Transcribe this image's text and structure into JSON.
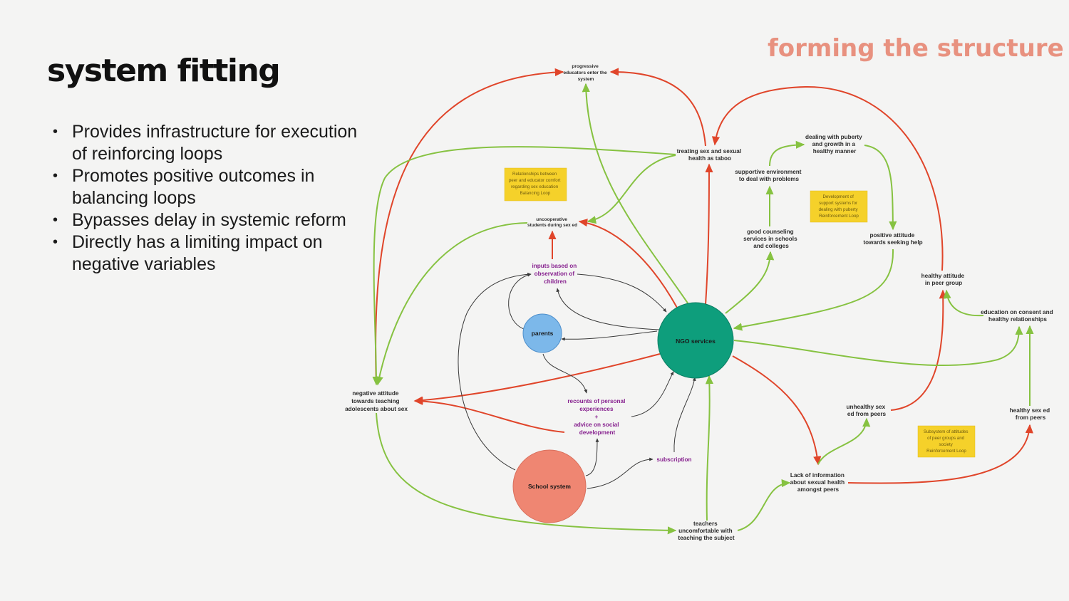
{
  "slide": {
    "title": "system fitting",
    "subtitle": "forming the structure",
    "bullets": [
      "Provides infrastructure for execution of reinforcing loops",
      "Promotes positive outcomes in balancing loops",
      "Bypasses delay in systemic reform",
      "Directly has a limiting impact on negative variables"
    ]
  },
  "colors": {
    "red_arrow": "#e0452a",
    "green_arrow": "#86c241",
    "dark_arrow": "#3a3a3a",
    "ngo_node": "#0e9e7c",
    "parents_node": "#7cb8ea",
    "school_node": "#ef8672",
    "sticky": "#f5d12a",
    "purple_text": "#86208e"
  },
  "diagram": {
    "nodes": {
      "ngo": "NGO services",
      "parents": "parents",
      "school": "School system"
    },
    "labels": {
      "progressive": [
        "progressive",
        "educators enter the",
        "system"
      ],
      "taboo": [
        "treating sex and sexual",
        "health as taboo"
      ],
      "puberty": [
        "dealing with puberty",
        "and growth in a",
        "healthy manner"
      ],
      "supportive": [
        "supportive environment",
        "to deal with problems"
      ],
      "counseling": [
        "good counseling",
        "services in schools",
        "and colleges"
      ],
      "seeking_help": [
        "positive attitude",
        "towards seeking help"
      ],
      "uncooperative": [
        "uncooperative",
        "students during sex ed"
      ],
      "inputs": [
        "inputs based on",
        "observation of",
        "children"
      ],
      "healthy_peer": [
        "healthy attitude",
        "in peer group"
      ],
      "consent": [
        "education on consent and",
        "healthy relationships"
      ],
      "negative_attitude": [
        "negative attitude",
        "towards teaching",
        "adolescents about sex"
      ],
      "recounts": [
        "recounts of personal",
        "experiences",
        "+",
        "advice on social",
        "development"
      ],
      "unhealthy_peers": [
        "unhealthy sex",
        "ed from peers"
      ],
      "healthy_sex_ed": [
        "healthy sex ed",
        "from peers"
      ],
      "subscription": [
        "subscription"
      ],
      "lack_info": [
        "Lack of information",
        "about sexual health",
        "amongst peers"
      ],
      "teachers": [
        "teachers",
        "uncomfortable with",
        "teaching the subject"
      ]
    },
    "stickies": {
      "balancing": [
        "Relationships between",
        "peer and educator comfort",
        "regarding sex education",
        "Balancing Loop"
      ],
      "support_systems": [
        "Development of",
        "support systems for",
        "dealing with puberty",
        "Reinforcement Loop"
      ],
      "peer_groups": [
        "Subsystem of attitudes",
        "of peer groups and",
        "society",
        "Reinforcement Loop"
      ]
    }
  }
}
